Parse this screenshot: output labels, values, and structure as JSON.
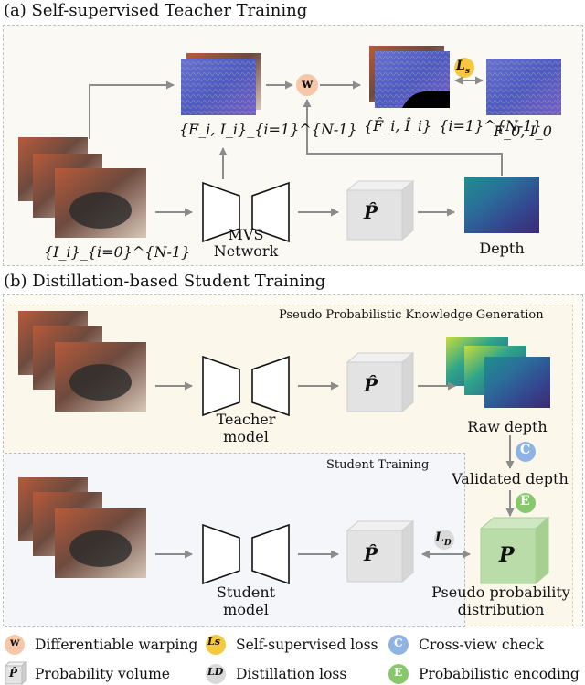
{
  "sections": {
    "a_title": "(a) Self-supervised Teacher Training",
    "b_title": "(b) Distillation-based Student Training",
    "pk_title": "Pseudo Probabilistic Knowledge Generation",
    "st_title": "Student Training"
  },
  "labels": {
    "features": "{F_i, I_i}_{i=1}^{N-1}",
    "warped": "{F̂_i, Î_i}_{i=1}^{N-1}",
    "ref": "F_0, I_0",
    "inputs": "{I_i}_{i=0}^{N-1}",
    "mvs_net": "MVS\nNetwork",
    "depth": "Depth",
    "teacher": "Teacher\nmodel",
    "raw_depth": "Raw depth",
    "validated_depth": "Validated depth",
    "student": "Student\nmodel",
    "pseudo_prob": "Pseudo probability\ndistribution"
  },
  "symbols": {
    "w": "w",
    "ls": "L",
    "ls_sub": "s",
    "ld": "L",
    "ld_sub": "D",
    "c": "C",
    "e": "E",
    "p_hat": "P̂",
    "p": "P"
  },
  "legend": [
    {
      "symbol": "w",
      "text": "Differentiable warping"
    },
    {
      "symbol": "Ls",
      "text": "Self-supervised loss"
    },
    {
      "symbol": "C",
      "text": "Cross-view check"
    },
    {
      "symbol": "P̂",
      "text": "Probability volume"
    },
    {
      "symbol": "LD",
      "text": "Distillation loss"
    },
    {
      "symbol": "E",
      "text": "Probabilistic encoding"
    }
  ],
  "colors": {
    "warp_circle": "#f6c7a8",
    "ls_circle": "#f5c842",
    "c_circle": "#8fb4e3",
    "e_circle": "#86c86b",
    "ld_circle": "#d9d9d9",
    "volume_gray": "#e3e3e3",
    "volume_green": "#b9dca8",
    "arrow": "#8c8c8c"
  }
}
